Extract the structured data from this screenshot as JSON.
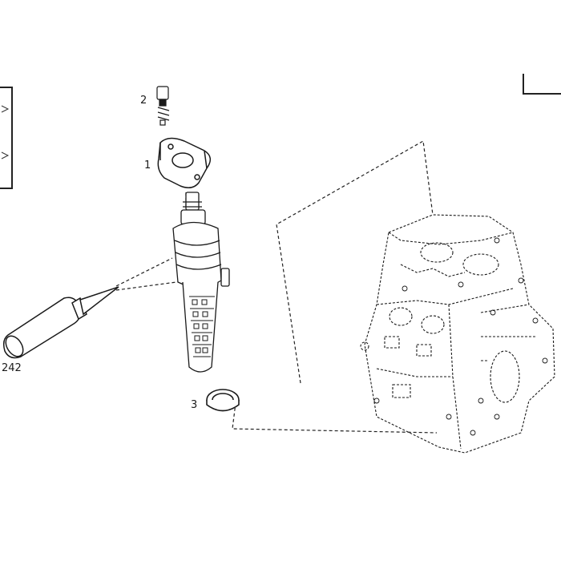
{
  "diagram": {
    "callouts": [
      {
        "id": "c2",
        "label": "2"
      },
      {
        "id": "c1",
        "label": "1"
      },
      {
        "id": "c3",
        "label": "3"
      },
      {
        "id": "c242",
        "label": "242"
      }
    ],
    "colors": {
      "line": "#1a1a1a",
      "background": "#ffffff",
      "dash": "#222222"
    }
  }
}
